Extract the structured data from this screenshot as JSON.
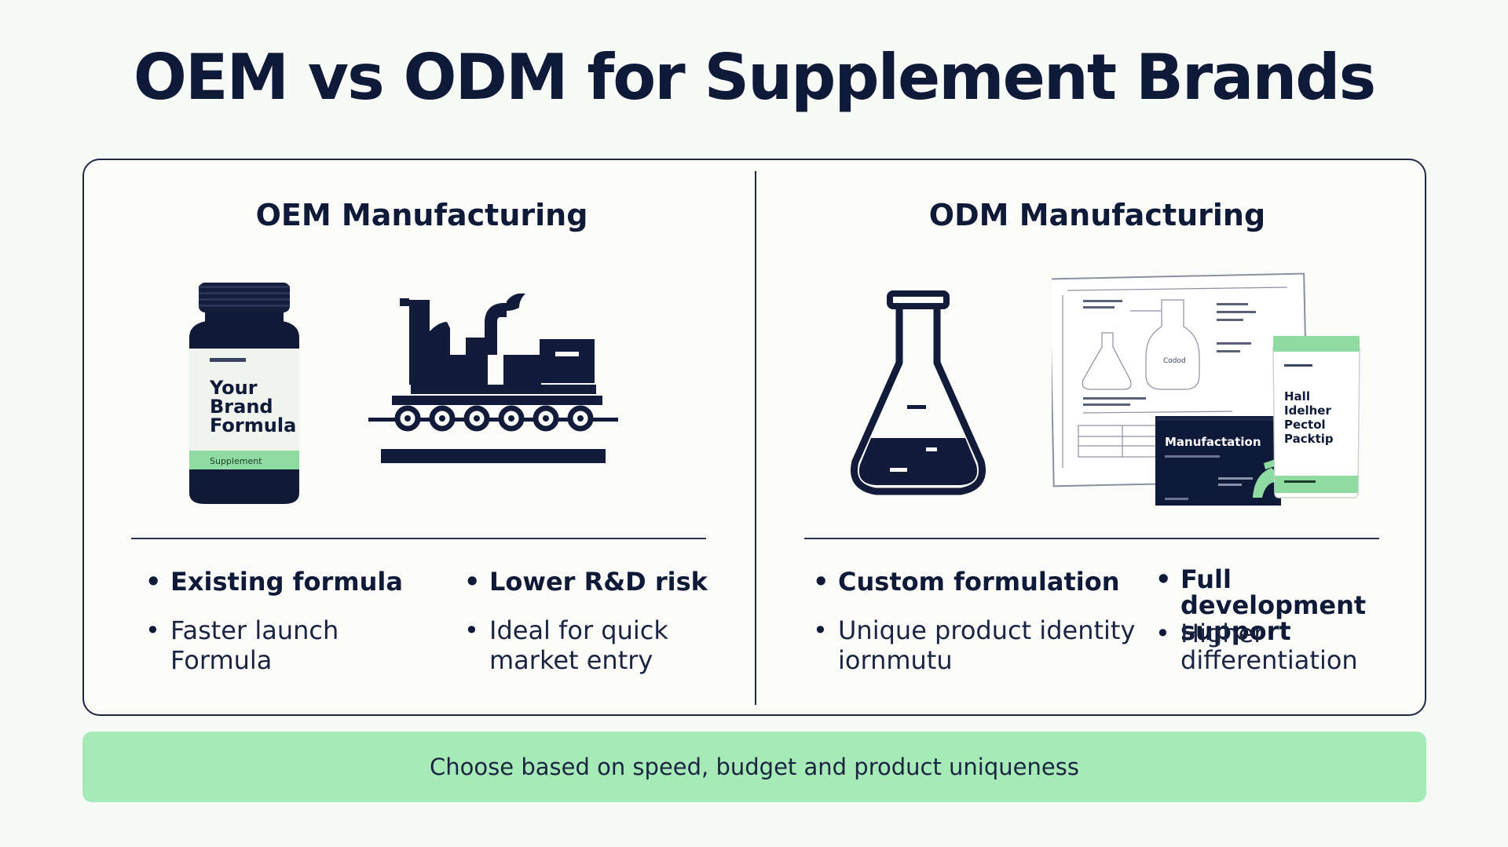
{
  "title": "OEM vs ODM for Supplement Brands",
  "colors": {
    "navy": "#0f1a38",
    "accent_green": "#a6eab7",
    "label_green": "#8fdca3",
    "background": "#f8faf7"
  },
  "oem": {
    "heading": "OEM Manufacturing",
    "icons": [
      "supplement-bottle-icon",
      "factory-conveyor-icon"
    ],
    "bottle": {
      "brand_line1": "Your",
      "brand_line2": "Brand",
      "brand_line3": "Formula",
      "band_label": "Supplement"
    },
    "bullets": [
      {
        "line1": "Existing formula",
        "line2": ""
      },
      {
        "line1": "Lower R&D risk",
        "line2": ""
      },
      {
        "line1": "Faster launch",
        "line2": "Formula"
      },
      {
        "line1": "Ideal for quick",
        "line2": "market entry"
      }
    ]
  },
  "odm": {
    "heading": "ODM Manufacturing",
    "icons": [
      "flask-icon",
      "blueprint-icon",
      "box-icon",
      "pouch-icon"
    ],
    "box_label": "Manufactation",
    "pouch": {
      "line1": "Hall",
      "line2": "Idelher",
      "line3": "Pectol",
      "line4": "Packtip"
    },
    "blueprint_label": "Codod",
    "bullets": [
      {
        "line1": "Custom formulation",
        "line2": ""
      },
      {
        "line1": "Full development",
        "line2": "support"
      },
      {
        "line1": "Unique product identity",
        "line2": "iornmutu"
      },
      {
        "line1": "Higher",
        "line2": "differentiation"
      }
    ]
  },
  "footer": {
    "text": "Choose based on speed, budget and product uniqueness"
  }
}
